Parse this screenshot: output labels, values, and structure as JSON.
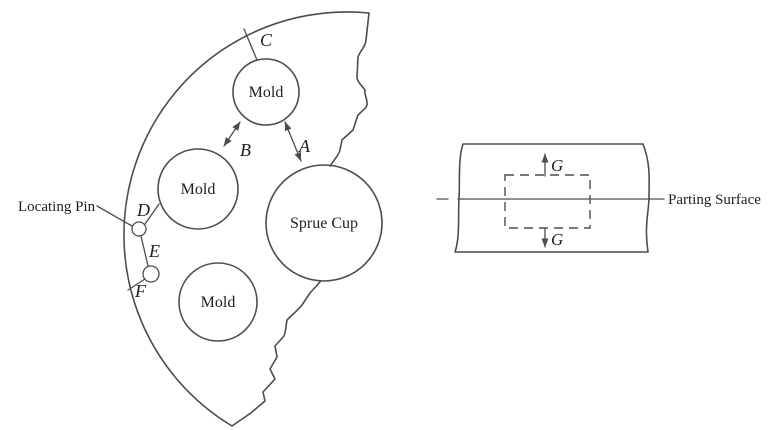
{
  "figure": {
    "left_view": {
      "mold_top_label": "Mold",
      "mold_middle_label": "Mold",
      "mold_bottom_label": "Mold",
      "sprue_cup_label": "Sprue Cup",
      "locating_pin_label": "Locating Pin",
      "dim_a": "A",
      "dim_b": "B",
      "dim_c": "C",
      "dim_d": "D",
      "dim_e": "E",
      "dim_f": "F"
    },
    "right_view": {
      "gap_top": "G",
      "gap_bottom": "G",
      "parting_surface_label": "Parting Surface"
    },
    "colors": {
      "line": "#4d4d4d",
      "text": "#1e1e1e",
      "background": "#ffffff"
    }
  }
}
